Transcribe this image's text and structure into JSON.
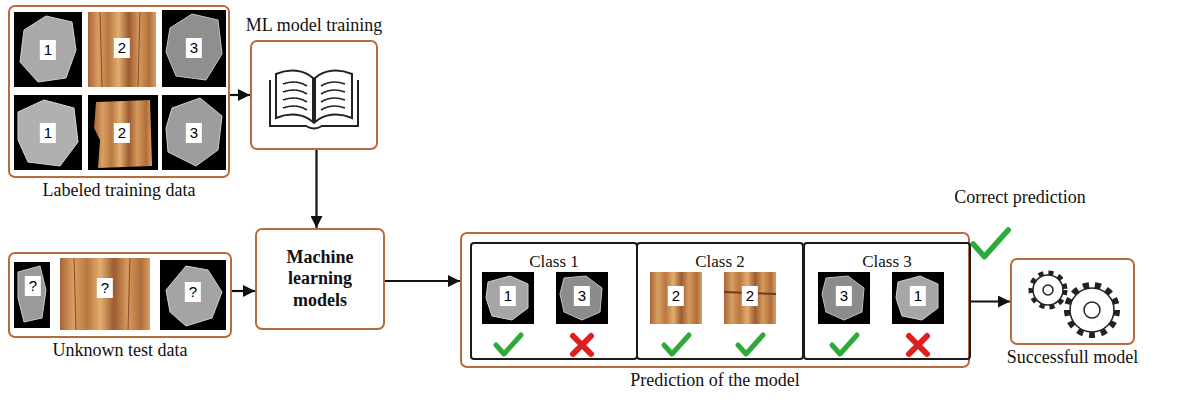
{
  "diagram": {
    "nodes": [
      {
        "text": [
          "Labeled training data"
        ]
      },
      {
        "text": [
          "ML model training"
        ]
      },
      {
        "text": [
          "Machine learning models"
        ]
      },
      {
        "text": [
          "Unknown test data"
        ]
      },
      {
        "text": [
          "Prediction of the model"
        ]
      },
      {
        "text": [
          "Class 1"
        ],
        "in": 4
      },
      {
        "text": [
          "Class 2"
        ],
        "in": 4
      },
      {
        "text": [
          "Class 3"
        ],
        "in": 4
      },
      {
        "text": [
          "Successfull model"
        ]
      }
    ],
    "edges": [
      {
        "from": 0,
        "to": 1,
        "arrow": "to"
      },
      {
        "from": 1,
        "to": 2,
        "arrow": "to"
      },
      {
        "from": 3,
        "to": 2,
        "arrow": "to"
      },
      {
        "from": 2,
        "to": 4,
        "arrow": "to"
      },
      {
        "from": 4,
        "to": 8,
        "arrow": "to"
      }
    ],
    "labels": [
      "1",
      "2",
      "3",
      "1",
      "2",
      "3",
      "?",
      "?",
      "?",
      "1",
      "3",
      "2",
      "2",
      "3",
      "1",
      "Correct prediction"
    ]
  }
}
